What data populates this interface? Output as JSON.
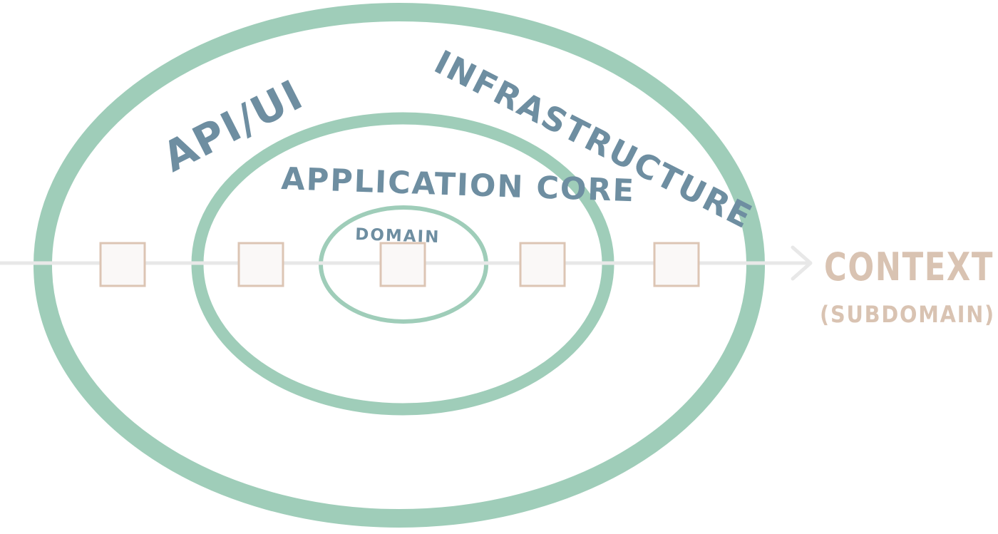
{
  "labels": {
    "api_ui": "API/UI",
    "infrastructure": "INFRASTRUCTURE",
    "application_core": "APPLICATION CORE",
    "domain": "DOMAIN",
    "context": "CONTEXT",
    "subdomain": "(SUBDOMAIN)"
  },
  "colors": {
    "ring": "#9fcdb9",
    "layer_text": "#6e8ea1",
    "context_text": "#d9c3b2",
    "square_stroke": "#dcc5b4",
    "square_fill": "#faf8f7",
    "axis_line": "#e8e8e8"
  }
}
